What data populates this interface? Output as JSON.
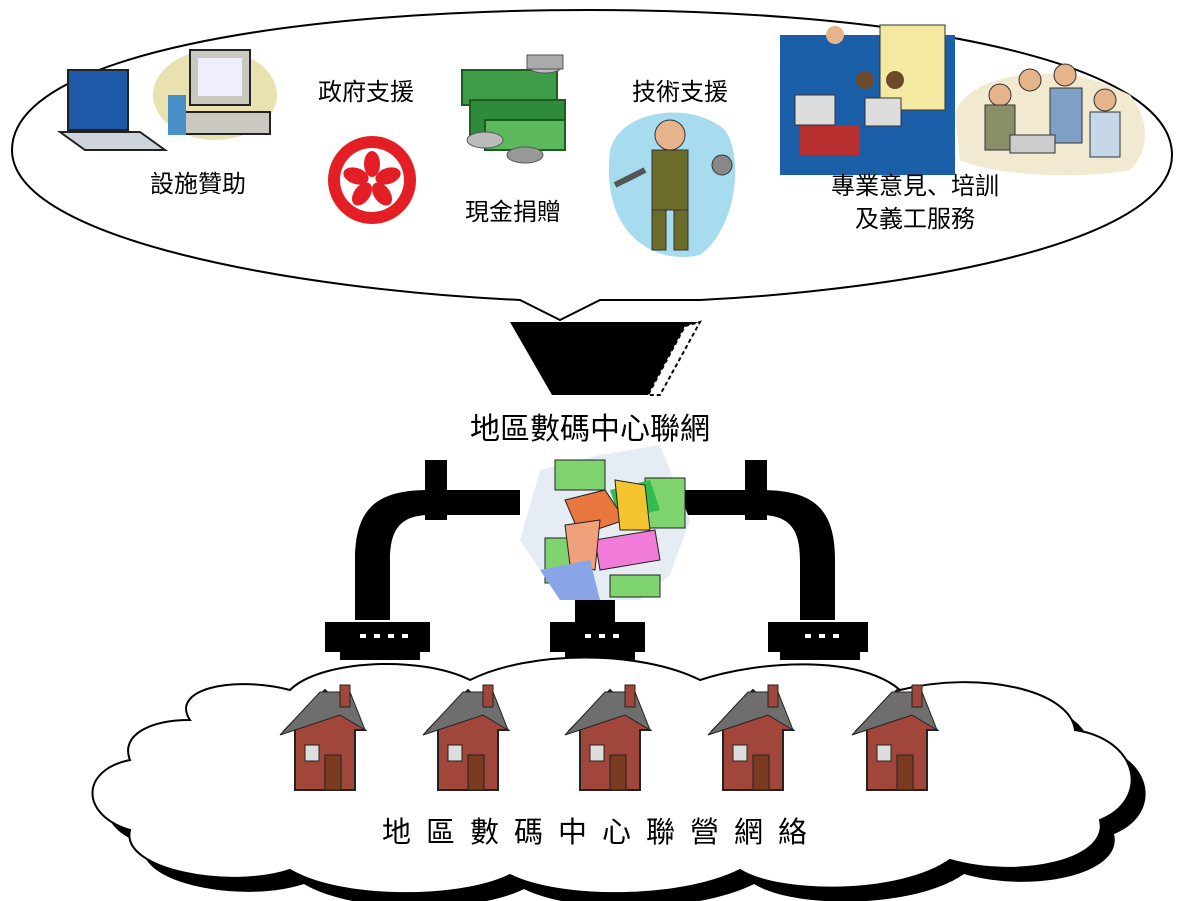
{
  "resources": {
    "facilities": "設施贊助",
    "government": "政府支援",
    "cash": "現金捐贈",
    "technical": "技術支援",
    "professional_line1": "專業意見、培訓",
    "professional_line2": "及義工服務"
  },
  "hub": {
    "title": "地區數碼中心聯網"
  },
  "network": {
    "title": "地區數碼中心聯營網絡"
  },
  "icons": {
    "facilities": "computer-equipment-icon",
    "government": "hong-kong-emblem-icon",
    "cash": "cash-money-icon",
    "technical": "mechanic-worker-icon",
    "professional": "office-team-icon",
    "hub": "joined-hands-icon",
    "centre": "house-icon"
  },
  "colors": {
    "line": "#000000",
    "emblem": "#e31e24",
    "money": "#2e8b3a",
    "house": "#a0463a",
    "roof": "#6e6e6e"
  }
}
